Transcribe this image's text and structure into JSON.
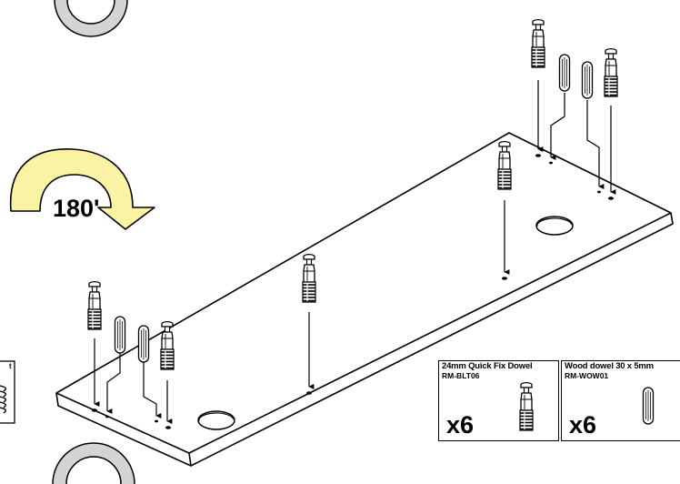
{
  "rotation": {
    "label": "180'",
    "arrow_color": "#fbf3a4",
    "circle_color": "#d4d4d4"
  },
  "parts": [
    {
      "name": "24mm Quick Fix Dowel",
      "code": "RM-BLT06",
      "qty": "x6",
      "icon": "quick-fix-dowel-icon"
    },
    {
      "name": "Wood dowel 30 x 5mm",
      "code": "RM-WOW01",
      "qty": "x6",
      "icon": "wood-dowel-icon"
    }
  ],
  "left_clip_text": "t"
}
